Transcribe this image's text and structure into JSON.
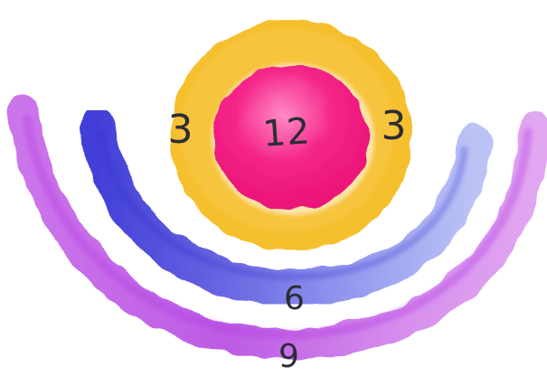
{
  "drawing": {
    "center_value": "12",
    "left_ring_value": "3",
    "right_ring_value": "3",
    "middle_arc_value": "6",
    "outer_arc_value": "9"
  },
  "colors": {
    "background": "#ffffff",
    "center_circle": "#f0157d",
    "center_highlight": "#ff7cc0",
    "inner_ring": "#f6bf2f",
    "middle_arc_dark": "#3b36d6",
    "middle_arc_light": "#a9aff2",
    "outer_arc": "#c15ae6",
    "outer_arc_light": "#e2a4f2",
    "ink": "#2c2c36"
  }
}
